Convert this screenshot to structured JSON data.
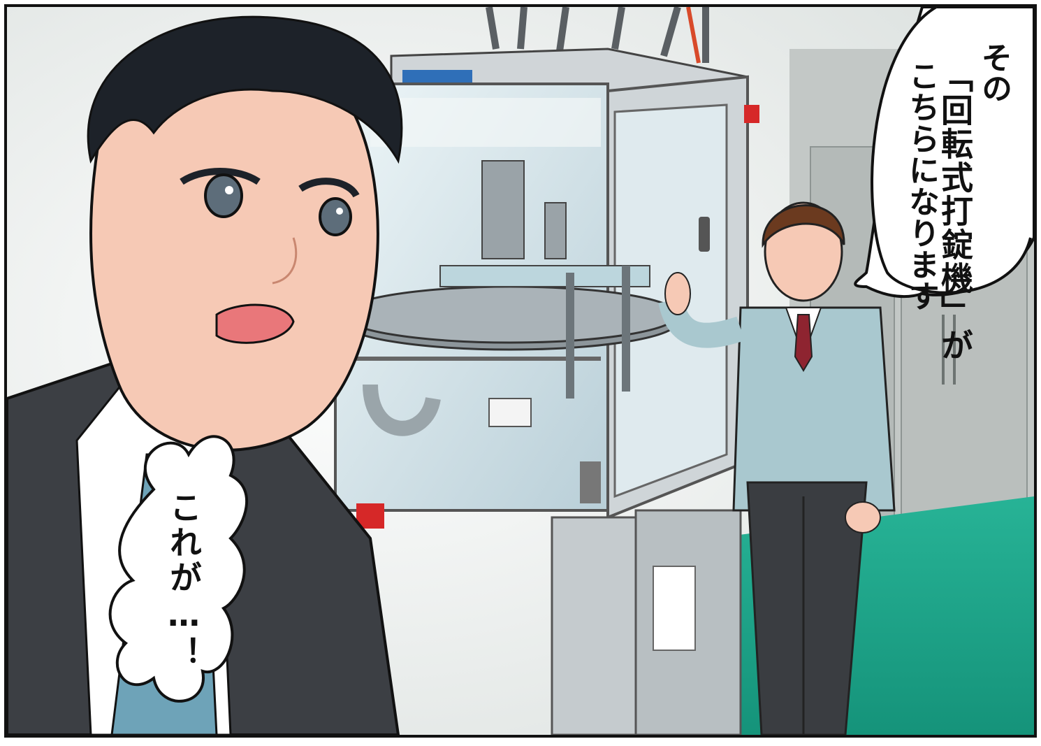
{
  "speech_bubble": {
    "line1": "その",
    "line2_highlight": "「回転式打錠機」",
    "line2_tail": "が",
    "line3": "こちらになります"
  },
  "thought_bubble": {
    "text": "これが…！"
  },
  "colors": {
    "floor": "#1fa68a",
    "wall": "#c9cdcb",
    "machine_steel": "#c7ccd0",
    "glass": "#d6e6ec",
    "suit": "#3c3f44",
    "uniform": "#a9c8cf",
    "skin": "#f6c9b5",
    "hair": "#1d2229"
  },
  "icons": [
    "speech-bubble",
    "thought-bubble",
    "tablet-press-machine"
  ]
}
